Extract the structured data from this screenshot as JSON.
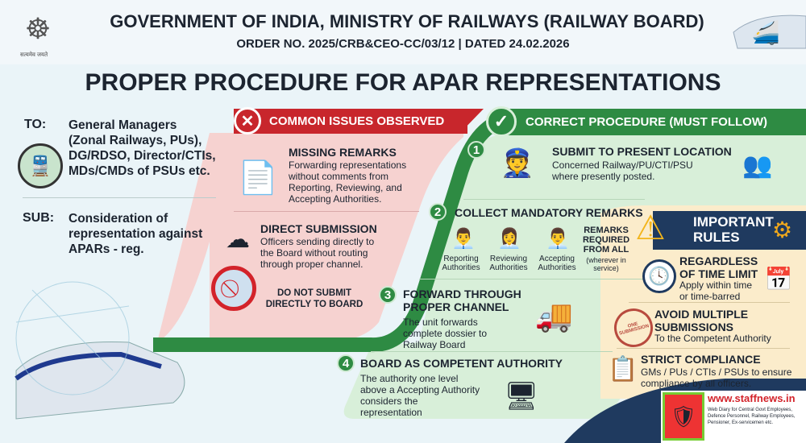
{
  "header": {
    "title": "GOVERNMENT OF INDIA, MINISTRY OF RAILWAYS (RAILWAY BOARD)",
    "order": "ORDER NO. 2025/CRB&CEO-CC/03/12 | DATED 24.02.2026",
    "emblem_motto": "सत्यमेव जयते"
  },
  "main_title": "PROPER PROCEDURE FOR APAR REPRESENTATIONS",
  "address": {
    "to_label": "TO:",
    "to_text": "General Managers (Zonal Railways, PUs), DG/RDSO, Director/CTIs, MDs/CMDs of PSUs etc.",
    "sub_label": "SUB:",
    "sub_text": "Consideration of representation against APARs - reg."
  },
  "issues": {
    "header": "COMMON ISSUES OBSERVED",
    "items": [
      {
        "title": "MISSING REMARKS",
        "text": "Forwarding representations without comments from Reporting, Reviewing, and Accepting Authorities."
      },
      {
        "title": "DIRECT SUBMISSION",
        "text": "Officers sending directly to the Board without routing through proper channel."
      }
    ],
    "warning": "DO NOT SUBMIT DIRECTLY TO BOARD"
  },
  "procedure": {
    "header": "CORRECT PROCEDURE (MUST FOLLOW)",
    "steps": [
      {
        "num": "1",
        "title": "SUBMIT TO PRESENT LOCATION",
        "text": "Concerned Railway/PU/CTI/PSU where presently posted."
      },
      {
        "num": "2",
        "title": "COLLECT MANDATORY REMARKS",
        "text": ""
      },
      {
        "num": "3",
        "title": "FORWARD THROUGH PROPER CHANNEL",
        "text": "The unit forwards complete dossier to Railway Board"
      },
      {
        "num": "4",
        "title": "BOARD AS COMPETENT AUTHORITY",
        "text": "The authority one level above a Accepting Authority considers the representation"
      }
    ],
    "authorities": [
      "Reporting Authorities",
      "Reviewing Authorities",
      "Accepting Authorities"
    ],
    "remarks_note": "REMARKS REQUIRED FROM ALL",
    "remarks_sub": "(wherever in service)"
  },
  "rules": {
    "header": "IMPORTANT RULES",
    "items": [
      {
        "title": "REGARDLESS OF TIME LIMIT",
        "text": "Apply within time or time-barred"
      },
      {
        "title": "AVOID MULTIPLE SUBMISSIONS",
        "text": "To the Competent Authority"
      },
      {
        "title": "STRICT COMPLIANCE",
        "text": "GMs / PUs / CTIs / PSUs to ensure compliance by all officers."
      }
    ],
    "stamp": "ONE SUBMISSION"
  },
  "watermark": {
    "url": "www.staffnews.in",
    "tagline": "Web Diary for Central Govt Employees, Defence Personnel, Railway Employees, Pensioner, Ex-servicemen etc."
  },
  "colors": {
    "red": "#c8262c",
    "green": "#2e8b43",
    "navy": "#1f3a5f",
    "pink": "#f7d3d3",
    "mint": "#d6efd9",
    "cream": "#fbeccb"
  }
}
